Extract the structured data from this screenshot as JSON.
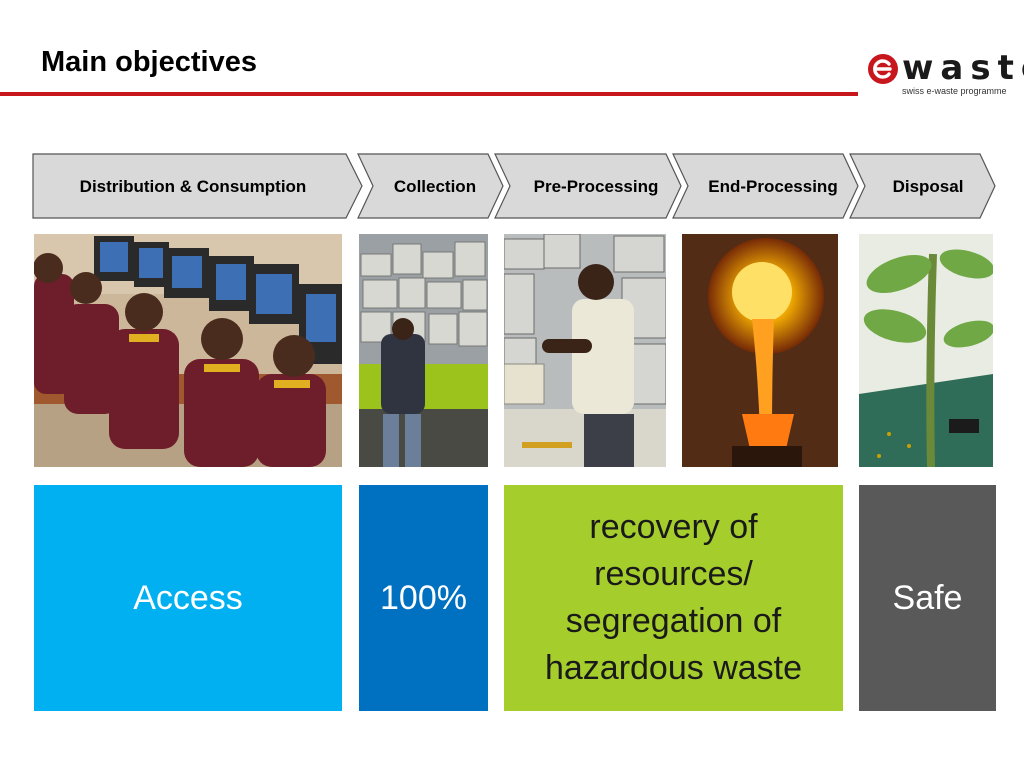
{
  "slide": {
    "title": "Main objectives"
  },
  "logo": {
    "wordmark": "waste",
    "tagline": "swiss e-waste programme"
  },
  "process_steps": [
    {
      "label": "Distribution & Consumption"
    },
    {
      "label": "Collection"
    },
    {
      "label": "Pre-Processing"
    },
    {
      "label": "End-Processing"
    },
    {
      "label": "Disposal"
    }
  ],
  "photos": [
    {
      "subject": "students-at-computers"
    },
    {
      "subject": "truck-loaded-with-e-waste"
    },
    {
      "subject": "worker-dismantling-electronics"
    },
    {
      "subject": "molten-metal-pouring"
    },
    {
      "subject": "plant-growing-from-circuit-board"
    }
  ],
  "objectives": [
    {
      "text": "Access",
      "color": "#00b0f0"
    },
    {
      "text": "100%",
      "color": "#0070c0"
    },
    {
      "text": "recovery of resources/ segregation of hazardous waste",
      "color": "#a5ce2d"
    },
    {
      "text": "Safe",
      "color": "#595959"
    }
  ],
  "colors": {
    "accent_red": "#c8161d",
    "chevron_fill": "#d9d9d9",
    "chevron_border": "#555555"
  }
}
